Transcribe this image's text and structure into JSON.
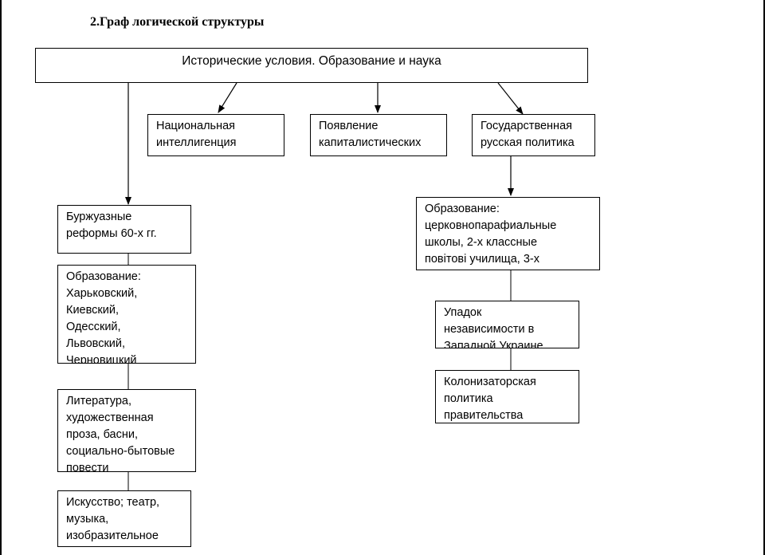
{
  "title": "2.Граф логической структуры",
  "nodes": {
    "root": [
      "Исторические условия. Образование и наука"
    ],
    "intelligentsia": [
      "Национальная",
      "интеллигенция"
    ],
    "capitalist": [
      "Появление",
      "капиталистических"
    ],
    "state_policy": [
      "Государственная",
      "русская политика"
    ],
    "bourgeois_reforms": [
      "Буржуазные",
      "реформы 60-х гг."
    ],
    "education_universities": [
      "Образование:",
      "Харьковский,",
      "Киевский,",
      "Одесский,",
      "Львовский,",
      "Черновицкий"
    ],
    "literature": [
      "Литература,",
      "художественная",
      "проза, басни,",
      "социально-бытовые",
      "повести"
    ],
    "art": [
      "Искусство; театр,",
      "музыка,",
      "изобразительное"
    ],
    "education_schools": [
      "Образование:",
      "церковнопарафиальные",
      "школы, 2-х классные",
      "повітові училища, 3-х"
    ],
    "decline": [
      "Упадок",
      "независимости  в",
      "Западной Украине"
    ],
    "colonial_policy": [
      "Колонизаторская",
      "политика",
      "правительства"
    ]
  }
}
